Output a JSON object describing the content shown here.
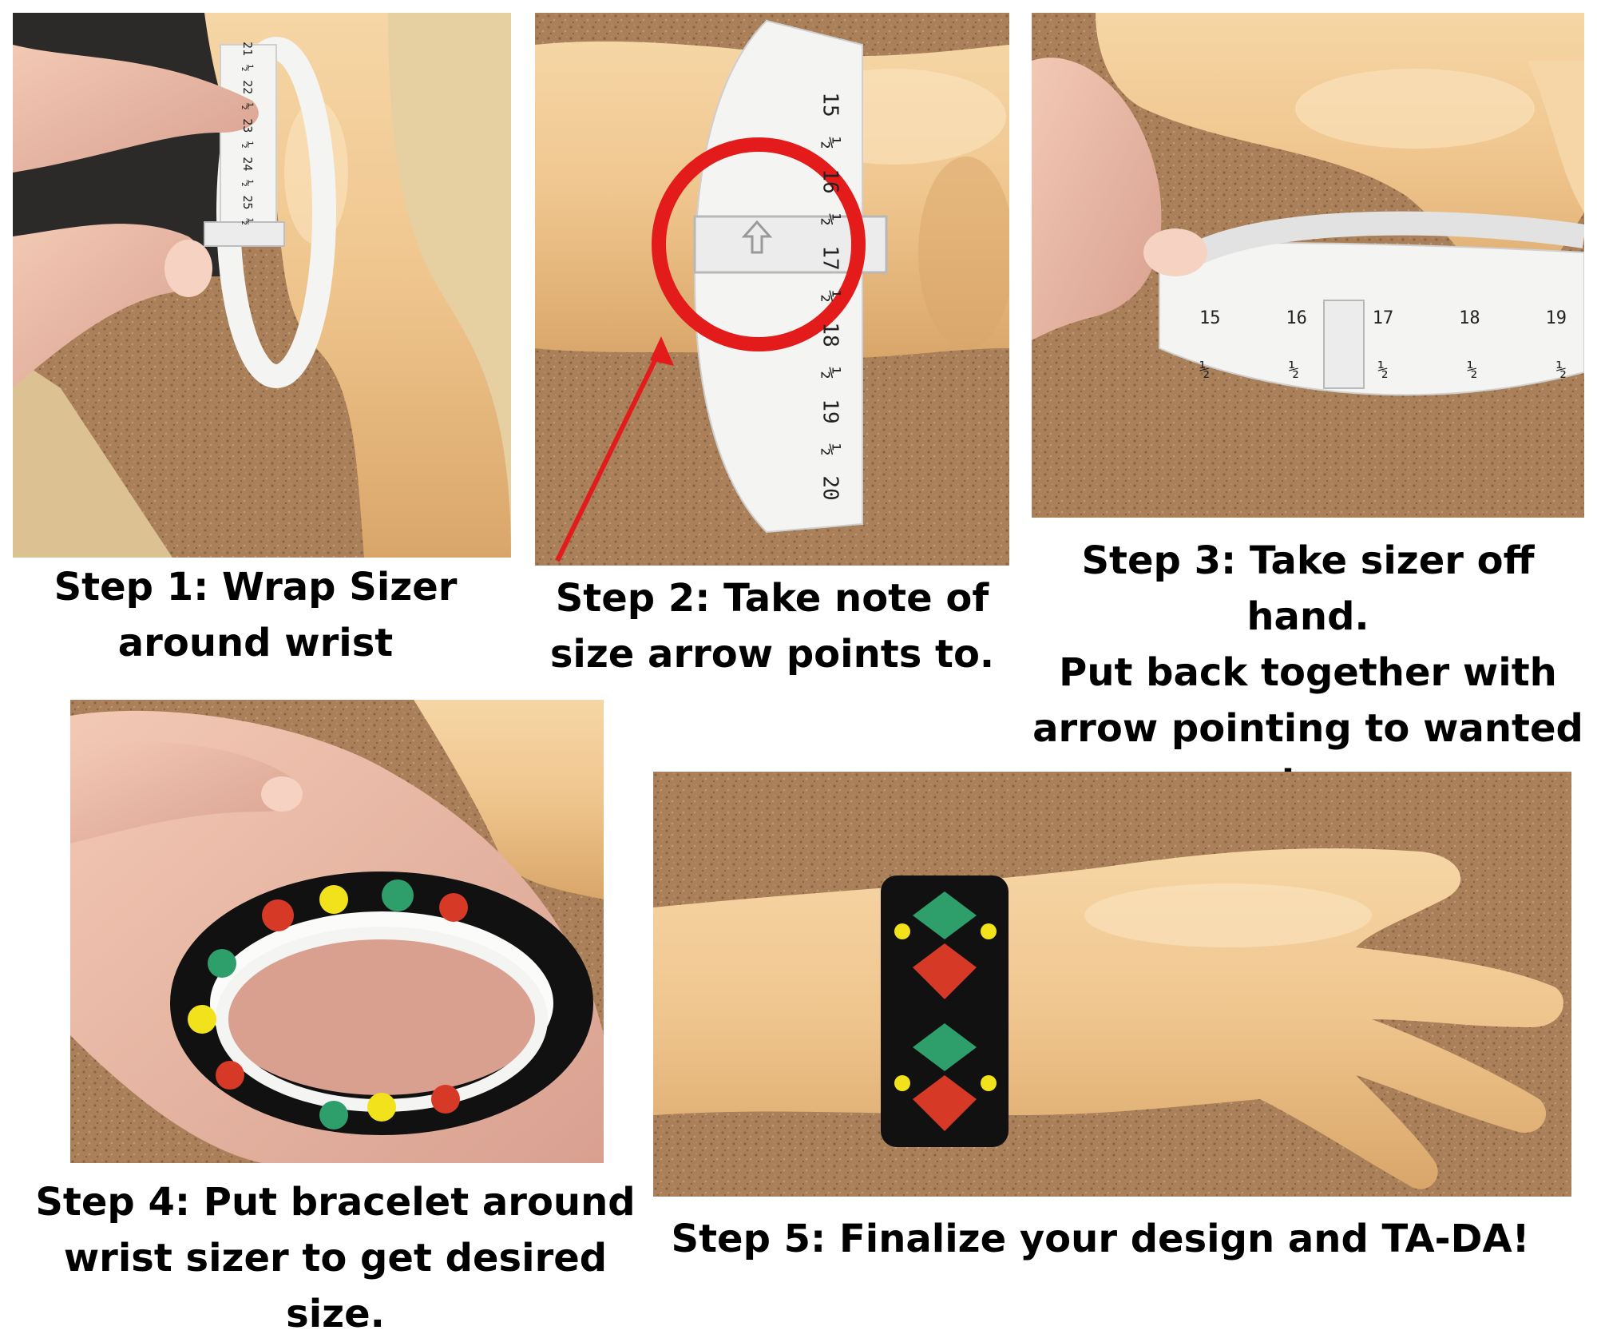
{
  "steps": [
    {
      "lines": [
        "Step 1: Wrap Sizer",
        "around wrist"
      ]
    },
    {
      "lines": [
        "Step 2: Take note of",
        "size arrow points to."
      ]
    },
    {
      "lines": [
        "Step 3: Take sizer off hand.",
        "Put back together with",
        "arrow pointing to wanted",
        "size."
      ]
    },
    {
      "lines": [
        "Step 4: Put bracelet around",
        "wrist sizer to get desired size."
      ]
    },
    {
      "lines": [
        "Step 5: Finalize your design and TA-DA!"
      ]
    }
  ],
  "photo1": {
    "scale": [
      "21",
      "½",
      "22",
      "½",
      "23",
      "½",
      "24",
      "½",
      "25",
      "½"
    ]
  },
  "photo2": {
    "scale": [
      "15",
      "½",
      "16",
      "½",
      "17",
      "½",
      "18",
      "½",
      "19",
      "½",
      "20"
    ]
  },
  "photo3": {
    "scale": [
      "15",
      "16",
      "17",
      "18",
      "19",
      "½",
      "½",
      "½",
      "½",
      "½"
    ]
  },
  "colors": {
    "cork": "#a9805a",
    "mannequin": "#f1c993",
    "sizer": "#f4f4f2",
    "highlight_circle": "#e31b1b",
    "bead_black": "#111111",
    "bead_red": "#d63a26",
    "bead_green": "#2e9e6b",
    "bead_yellow": "#f2e21c"
  }
}
